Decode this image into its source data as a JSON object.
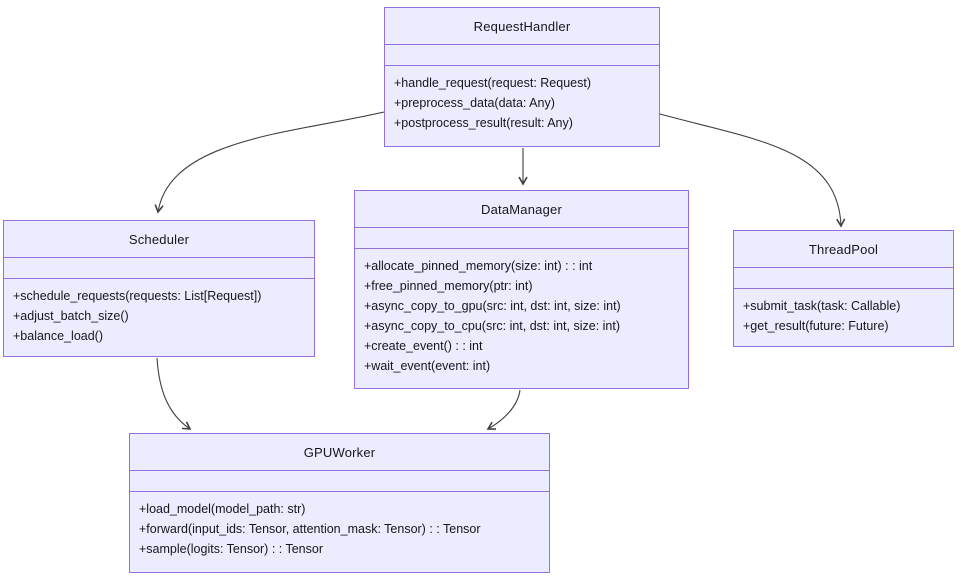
{
  "diagram": {
    "type": "uml-class-diagram",
    "colors": {
      "box_fill": "#ECECFF",
      "box_border": "#9370DB",
      "edge": "#3f3f3f",
      "text": "#17161b",
      "background": "#ffffff"
    },
    "classes": [
      {
        "name": "RequestHandler",
        "attributes": [],
        "methods": [
          "+handle_request(request: Request)",
          "+preprocess_data(data: Any)",
          "+postprocess_result(result: Any)"
        ]
      },
      {
        "name": "Scheduler",
        "attributes": [],
        "methods": [
          "+schedule_requests(requests: List[Request])",
          "+adjust_batch_size()",
          "+balance_load()"
        ]
      },
      {
        "name": "DataManager",
        "attributes": [],
        "methods": [
          "+allocate_pinned_memory(size: int) : : int",
          "+free_pinned_memory(ptr: int)",
          "+async_copy_to_gpu(src: int, dst: int, size: int)",
          "+async_copy_to_cpu(src: int, dst: int, size: int)",
          "+create_event() : : int",
          "+wait_event(event: int)"
        ]
      },
      {
        "name": "ThreadPool",
        "attributes": [],
        "methods": [
          "+submit_task(task: Callable)",
          "+get_result(future: Future)"
        ]
      },
      {
        "name": "GPUWorker",
        "attributes": [],
        "methods": [
          "+load_model(model_path: str)",
          "+forward(input_ids: Tensor, attention_mask: Tensor) : : Tensor",
          "+sample(logits: Tensor) : : Tensor"
        ]
      }
    ],
    "edges": [
      {
        "from": "RequestHandler",
        "to": "Scheduler",
        "style": "open-arrow"
      },
      {
        "from": "RequestHandler",
        "to": "DataManager",
        "style": "open-arrow"
      },
      {
        "from": "RequestHandler",
        "to": "ThreadPool",
        "style": "open-arrow"
      },
      {
        "from": "Scheduler",
        "to": "GPUWorker",
        "style": "open-arrow"
      },
      {
        "from": "DataManager",
        "to": "GPUWorker",
        "style": "open-arrow"
      }
    ]
  }
}
